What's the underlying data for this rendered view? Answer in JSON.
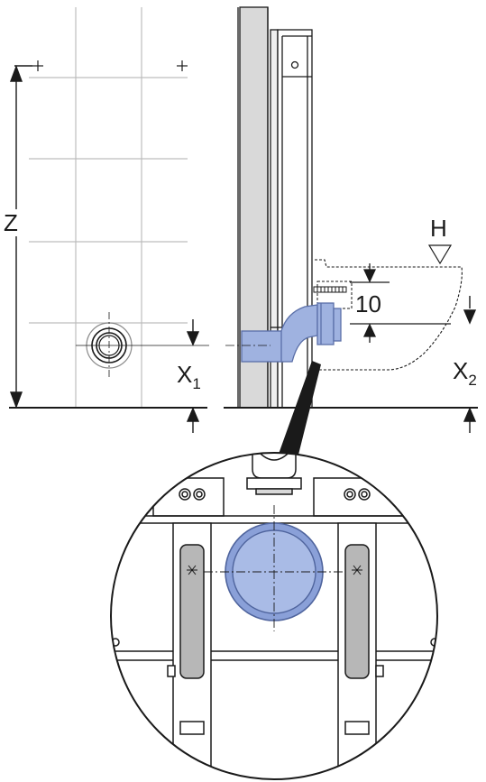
{
  "labels": {
    "z": "Z",
    "h": "H",
    "dim_10": "10",
    "x1_main": "X",
    "x1_sub": "1",
    "x2_main": "X",
    "x2_sub": "2"
  },
  "colors": {
    "line": "#1a1a1a",
    "grid": "#bdbdbd",
    "pipe_fill": "#9fb2e0",
    "pipe_stroke": "#5a6fa8",
    "frame_fill": "#d9d9d9",
    "frame_dark": "#b7b7b7"
  }
}
